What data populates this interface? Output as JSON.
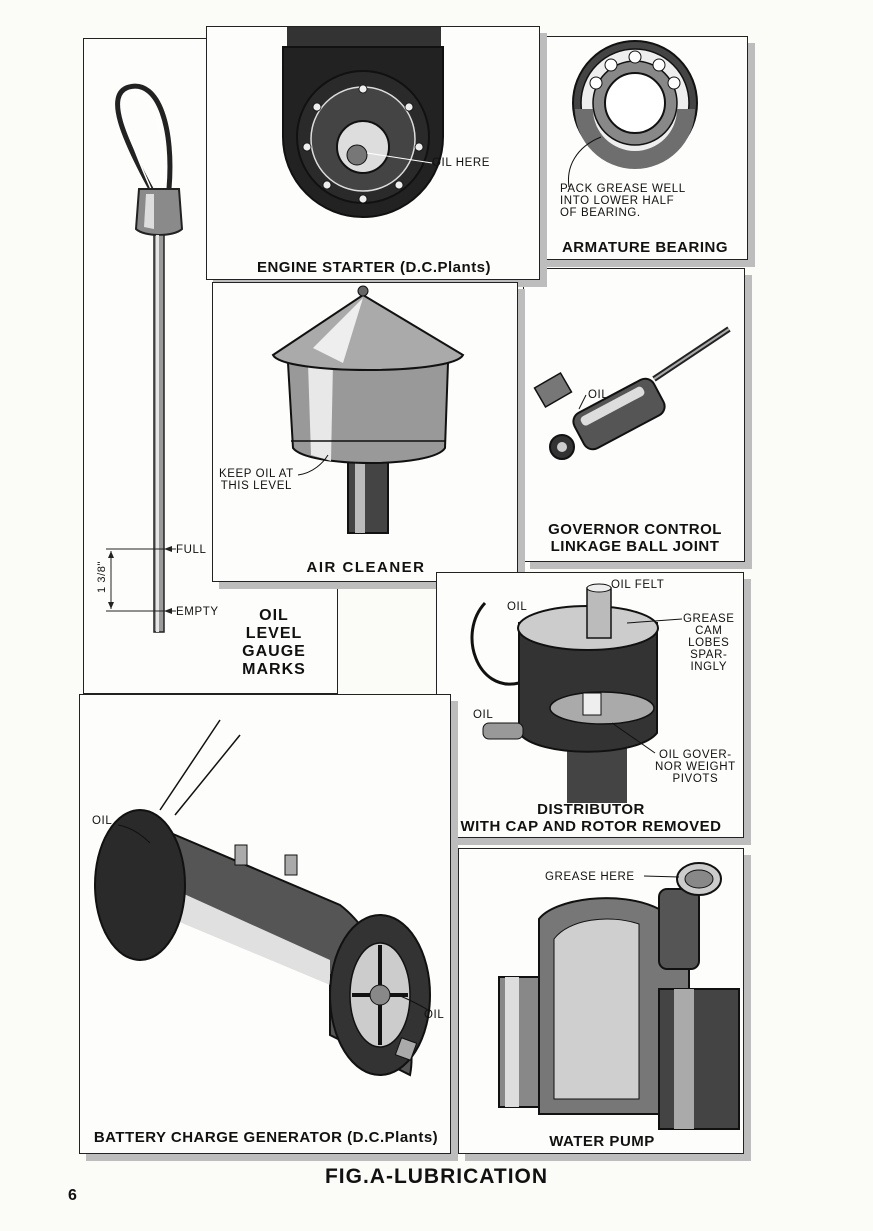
{
  "figure": {
    "title": "FIG.A-LUBRICATION",
    "page_number": "6"
  },
  "panels": {
    "dipstick": {
      "caption": [
        "OIL",
        "LEVEL",
        "GAUGE",
        "MARKS"
      ],
      "label_full": "FULL",
      "label_empty": "EMPTY",
      "dimension": "1 3/8\""
    },
    "engine_starter": {
      "caption": "ENGINE STARTER (D.C.Plants)",
      "note": "OIL HERE"
    },
    "armature_bearing": {
      "caption": "ARMATURE BEARING",
      "note": [
        "PACK GREASE WELL",
        "INTO LOWER HALF",
        "OF BEARING."
      ]
    },
    "air_cleaner": {
      "caption": "AIR CLEANER",
      "note": [
        "KEEP OIL AT",
        "THIS LEVEL"
      ]
    },
    "governor": {
      "caption": [
        "GOVERNOR CONTROL",
        "LINKAGE BALL JOINT"
      ],
      "note": "OIL"
    },
    "distributor": {
      "caption": [
        "DISTRIBUTOR",
        "WITH CAP AND ROTOR REMOVED"
      ],
      "note_oil_felt": "OIL FELT",
      "note_oil_top": "OIL",
      "note_oil_left": "OIL",
      "note_grease": [
        "GREASE",
        "CAM",
        "LOBES",
        "SPAR-",
        "INGLY"
      ],
      "note_governor": [
        "OIL GOVER-",
        "NOR WEIGHT",
        "PIVOTS"
      ]
    },
    "generator": {
      "caption": "BATTERY CHARGE GENERATOR (D.C.Plants)",
      "note_top": "OIL",
      "note_bottom": "OIL"
    },
    "water_pump": {
      "caption": "WATER PUMP",
      "note": "GREASE HERE"
    }
  }
}
